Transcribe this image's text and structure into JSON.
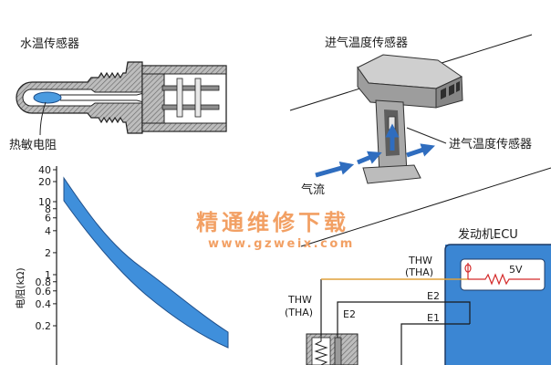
{
  "water_sensor": {
    "title": "水温传感器",
    "thermistor_label": "热敏电阻"
  },
  "intake_sensor": {
    "title": "进气温度传感器",
    "sensor_label": "进气温度传感器",
    "airflow_label": "气流"
  },
  "watermark": {
    "text": "精通维修下载",
    "url": "www.gzweix.com"
  },
  "resistance_graph": {
    "ylabel": "电阻(kΩ)",
    "y_scale": "log",
    "y_ticks": [
      40,
      20,
      10,
      8,
      6,
      4,
      2,
      1,
      0.8,
      0.6,
      0.4,
      0.2
    ]
  },
  "circuit": {
    "ecu_label": "发动机ECU",
    "ecu_terminals": {
      "signal": "THW",
      "signal_alt": "(THA)",
      "e2": "E2",
      "e1": "E1"
    },
    "supply_voltage": "5V",
    "sensor_terminals": {
      "signal": "THW",
      "signal_alt": "(THA)",
      "e2": "E2"
    }
  },
  "colors": {
    "curve_band": "#3f8fdb",
    "ecu_body": "#3b86d3",
    "airflow_arrow": "#2f6dbf",
    "thermistor": "#4a9be0",
    "watermark": "#f2a064",
    "circuit_red": "#d42a2a",
    "signal_wire": "#e0a13a"
  }
}
